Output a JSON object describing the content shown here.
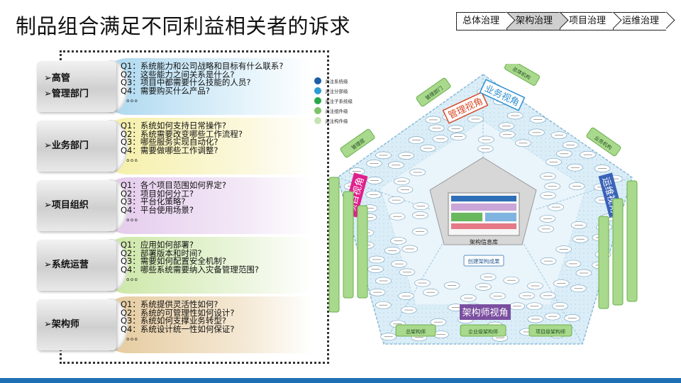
{
  "title": "制品组合满足不同利益相关者的诉求",
  "breadcrumb": [
    "总体治理",
    "架构治理",
    "项目治理",
    "运维治理"
  ],
  "breadcrumb_active": 1,
  "rows": [
    {
      "tags": [
        "➢高管",
        "➢管理部门"
      ],
      "color": "#a9d6ef",
      "questions": [
        "Q1：系统能力和公司战略和目标有什么联系?",
        "Q2：这些能力之间关系是什么?",
        "Q3：项目中都需要什么技能的人员?",
        "Q4：需要购买什么产品?",
        "。。。"
      ]
    },
    {
      "tags": [
        "➢业务部门"
      ],
      "color": "#f5efa4",
      "questions": [
        "Q1：系统如何支持日常操作?",
        "Q2：系统需要改变哪些工作流程?",
        "Q3：哪些服务实现自动化?",
        "Q4：需要做哪些工作调整?",
        "。。。"
      ]
    },
    {
      "tags": [
        "➢项目组织"
      ],
      "color": "#e3c8ec",
      "questions": [
        "Q1：各个项目范围如何界定?",
        "Q2：项目如何分工?",
        "Q3：平台化策略?",
        "Q4：平台使用场景?",
        "。。。"
      ]
    },
    {
      "tags": [
        "➢系统运营"
      ],
      "color": "#c9e6a2",
      "questions": [
        "Q1：应用如何部署?",
        "Q2：部署版本和时间?",
        "Q3：需要如何配置安全机制?",
        "Q4：哪些系统需要纳入灾备管理范围?",
        "。。。"
      ]
    },
    {
      "tags": [
        "➢架构师"
      ],
      "color": "#e4c89a",
      "questions": [
        "Q1：系统提供灵活性如何?",
        "Q2：系统的可管理性如何设计?",
        "Q3：系统如何支撑业务转型?",
        "Q4：系统设计统一性如何保证?",
        "。。。"
      ]
    }
  ],
  "diagram": {
    "legend": [
      "关注系统级",
      "关注分部级",
      "关注子系统级",
      "关注组件级",
      "关注构件级"
    ],
    "legend_colors": [
      "#1b5fa6",
      "#2c9bd6",
      "#29a84a",
      "#7cc46a",
      "#c7e3b4"
    ],
    "views": {
      "management": "管理视角",
      "business": "业务视角",
      "operations": "运维视角",
      "architect": "架构师视角",
      "project": "项目视角"
    },
    "center_title": "架构信息库",
    "center_bottom": "创建架构成果",
    "outer_labels": [
      "管理部门",
      "总体机构",
      "管理层",
      "业务机构",
      "总架构师",
      "企业级架构师",
      "项目级架构师"
    ],
    "accent_colors": {
      "management": "#d94a2a",
      "business": "#2f8fd0",
      "operations": "#3a63b8",
      "architect": "#7b4fa0",
      "project": "#e0208c",
      "green": "#6ab04c"
    }
  }
}
